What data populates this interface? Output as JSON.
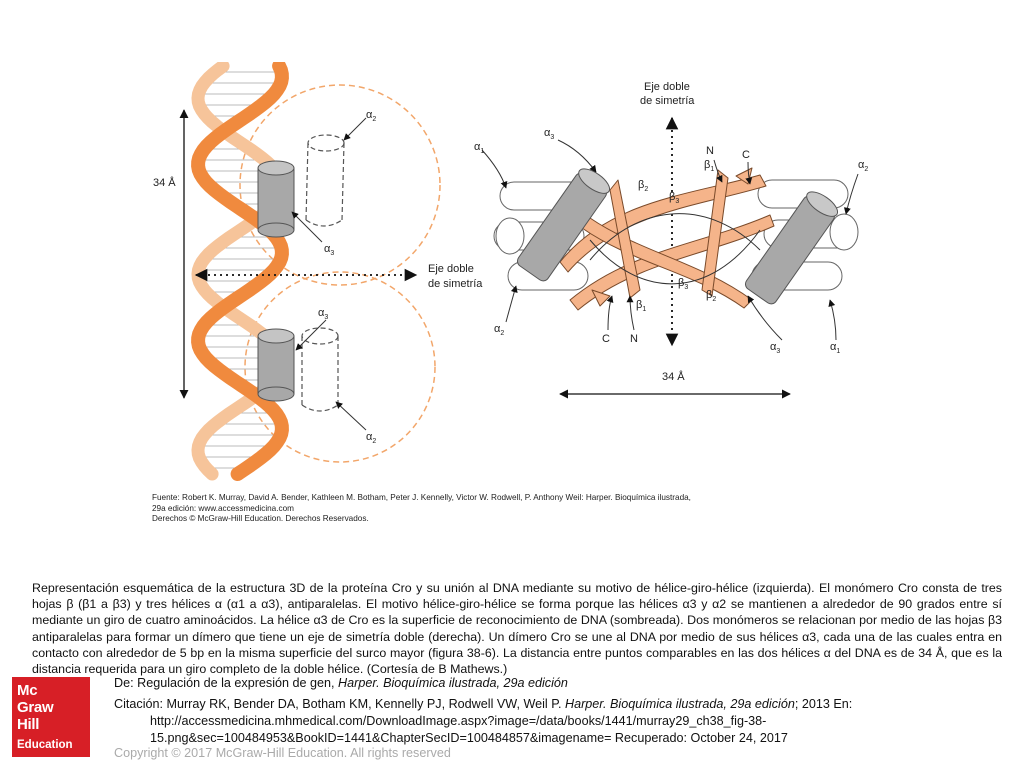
{
  "figure": {
    "labels": {
      "distance_left": "34 Å",
      "axis_left_1": "Eje doble",
      "axis_left_2": "de simetría",
      "axis_right_1": "Eje doble",
      "axis_right_2": "de simetría",
      "distance_right": "34 Å",
      "alpha": "α",
      "beta": "β",
      "n": "N",
      "c": "C"
    },
    "colors": {
      "helix_front": "#f08a3e",
      "helix_back": "#f6c49a",
      "recognition_helix": "#a8a8a8",
      "sheet": "#f5b48a",
      "circle": "#f2a66a"
    },
    "source_lines": [
      "Fuente: Robert K. Murray, David A. Bender, Kathleen M. Botham, Peter J. Kennelly, Victor W. Rodwell, P. Anthony Weil: Harper. Bioquímica ilustrada,",
      "29a edición: www.accessmedicina.com",
      "Derechos © McGraw-Hill Education. Derechos Reservados."
    ]
  },
  "caption": "Representación esquemática de la estructura 3D de la proteína Cro y su unión al DNA mediante su motivo de hélice-giro-hélice (izquierda). El monómero Cro consta de tres hojas β (β1 a β3) y tres hélices α (α1 a α3), antiparalelas. El motivo hélice-giro-hélice se forma porque las hélices α3 y α2 se mantienen a alrededor de 90 grados entre sí mediante un giro de cuatro aminoácidos. La hélice α3 de Cro es la superficie de reconocimiento de DNA (sombreada). Dos monómeros se relacionan por medio de las hojas β3 antiparalelas para formar un dímero que tiene un eje de simetría doble (derecha). Un dímero Cro se une al DNA por medio de sus hélices α3, cada una de las cuales entra en contacto con alrededor de 5 bp en la misma superficie del surco mayor (figura 38-6). La distancia entre puntos comparables en las dos hélices α del DNA es de 34 Å, que es la distancia requerida para un giro completo de la doble hélice. (Cortesía de B Mathews.)",
  "footer": {
    "from_prefix": "De: Regulación de la expresión de gen,",
    "from_book": "Harper. Bioquímica ilustrada, 29a edición",
    "citation_prefix": "Citación: Murray RK, Bender DA, Botham KM, Kennelly PJ, Rodwell VW, Weil P.",
    "citation_book": "Harper. Bioquímica ilustrada, 29a edición",
    "citation_suffix": "; 2013 En:",
    "citation_url_1": "http://accessmedicina.mhmedical.com/DownloadImage.aspx?image=/data/books/1441/murray29_ch38_fig-38-",
    "citation_url_2": "15.png&sec=100484953&BookID=1441&ChapterSecID=100484857&imagename= Recuperado: October 24, 2017",
    "copyright": "Copyright © 2017 McGraw-Hill Education. All rights reserved"
  },
  "logo": {
    "line1": "Mc",
    "line2": "Graw",
    "line3": "Hill",
    "line4": "Education"
  }
}
